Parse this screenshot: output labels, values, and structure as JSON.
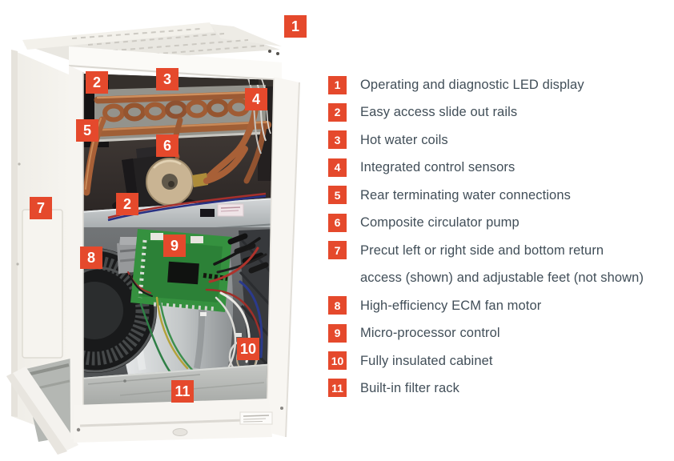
{
  "colors": {
    "badge_red": "#e5492c",
    "legend_text": "#414e58",
    "page_bg": "#ffffff"
  },
  "figure": {
    "subject": "hydronic-air-handler-cutaway-photo"
  },
  "callouts": [
    {
      "num": "1"
    },
    {
      "num": "2"
    },
    {
      "num": "3"
    },
    {
      "num": "4"
    },
    {
      "num": "5"
    },
    {
      "num": "6"
    },
    {
      "num": "2"
    },
    {
      "num": "7"
    },
    {
      "num": "8"
    },
    {
      "num": "9"
    },
    {
      "num": "10"
    },
    {
      "num": "11"
    }
  ],
  "legend": {
    "items": [
      {
        "num": "1",
        "label": "Operating and diagnostic LED display"
      },
      {
        "num": "2",
        "label": "Easy access slide out rails"
      },
      {
        "num": "3",
        "label": "Hot water coils"
      },
      {
        "num": "4",
        "label": "Integrated control sensors"
      },
      {
        "num": "5",
        "label": "Rear terminating water connections"
      },
      {
        "num": "6",
        "label": "Composite circulator pump"
      },
      {
        "num": "7",
        "label": "Precut left or right side and bottom return\naccess (shown) and adjustable feet (not shown)"
      },
      {
        "num": "8",
        "label": "High-efficiency ECM fan motor"
      },
      {
        "num": "9",
        "label": "Micro-processor control"
      },
      {
        "num": "10",
        "label": "Fully insulated cabinet"
      },
      {
        "num": "11",
        "label": "Built-in filter rack"
      }
    ]
  }
}
